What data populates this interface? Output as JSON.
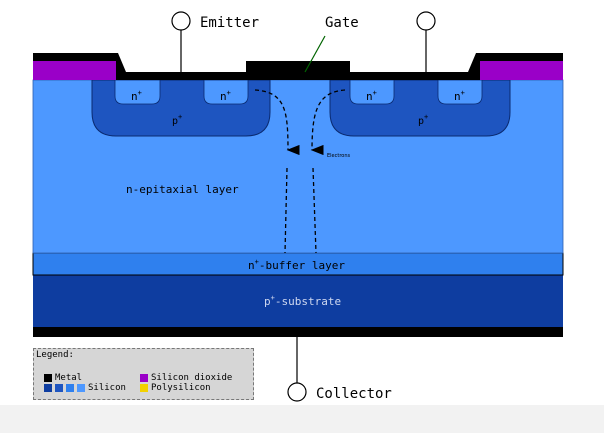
{
  "labels": {
    "emitter": "Emitter",
    "gate": "Gate",
    "collector": "Collector",
    "electrons": "Electrons",
    "n_plus": "n",
    "p_plus": "p",
    "plus_sign": "+",
    "n_epitaxial": "n-epitaxial layer",
    "buffer_n": "n",
    "buffer_rest": "-buffer layer",
    "substrate_p": "p",
    "substrate_rest": "-substrate"
  },
  "legend": {
    "title": "Legend:",
    "metal": "Metal",
    "silicon": "Silicon",
    "silicon_dioxide": "Silicon dioxide",
    "polysilicon": "Polysilicon"
  },
  "colors": {
    "metal": "#000000",
    "oxide": "#9a00c8",
    "polysilicon": "#f2d100",
    "epitaxial": "#4d98ff",
    "buffer": "#2f80ee",
    "substrate": "#0e3da0",
    "p_well": "#1e55c0",
    "n_plus_region": "#4d98ff",
    "terminal_line": "#000000",
    "gate_leader": "#006400"
  }
}
